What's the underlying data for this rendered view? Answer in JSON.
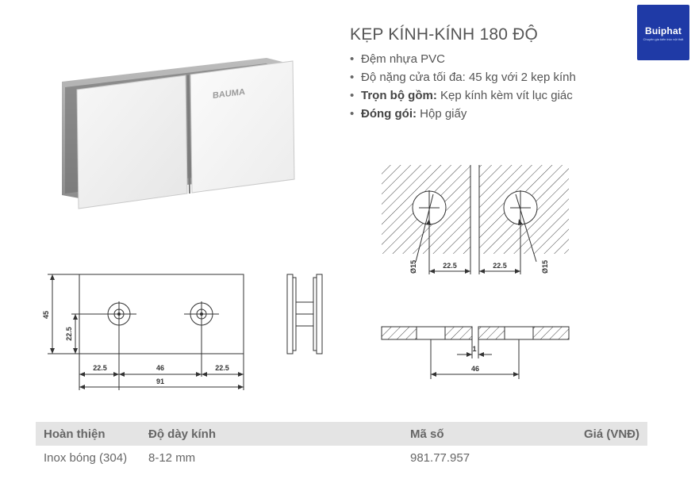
{
  "logo": {
    "name": "Buiphat",
    "tagline": "Chuyên gia kiến trúc nội thất"
  },
  "product": {
    "title": "KẸP KÍNH-KÍNH 180 ĐỘ",
    "brand_mark": "BAUMA",
    "features": [
      {
        "label": "",
        "text": "Đệm nhựa PVC"
      },
      {
        "label": "",
        "text": "Độ nặng cửa tối đa: 45 kg với 2 kẹp kính"
      },
      {
        "label": "Trọn bộ gồm:",
        "text": " Kẹp kính kèm vít lục giác"
      },
      {
        "label": "Đóng gói:",
        "text": " Hộp giấy"
      }
    ]
  },
  "drawing_front": {
    "height": "45",
    "hole_offset": "22.5",
    "left_margin": "22.5",
    "hole_spacing": "46",
    "right_margin": "22.5",
    "total_width": "91"
  },
  "drawing_cutout": {
    "diameter_left": "Ø15",
    "diameter_right": "Ø15",
    "edge_left": "22.5",
    "edge_right": "22.5",
    "gap": "1",
    "hole_spacing": "46"
  },
  "table": {
    "headers": [
      "Hoàn thiện",
      "Độ dày kính",
      "Mã số",
      "Giá (VNĐ)"
    ],
    "rows": [
      [
        "Inox bóng (304)",
        "8-12 mm",
        "981.77.957",
        ""
      ]
    ]
  }
}
